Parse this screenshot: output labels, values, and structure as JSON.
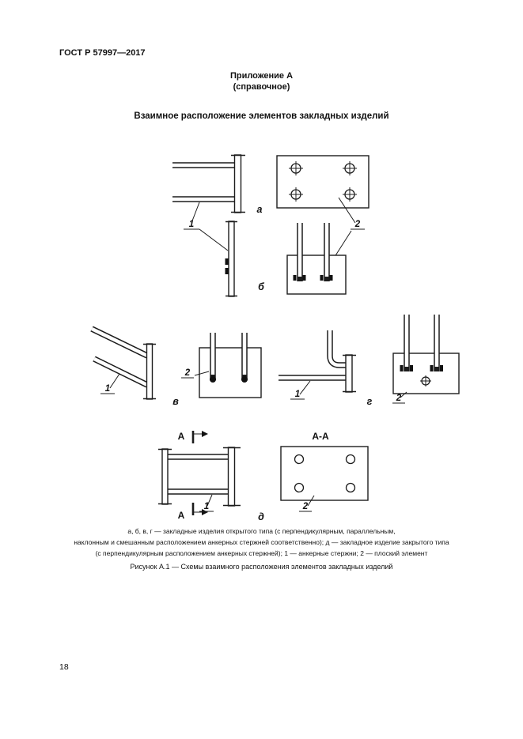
{
  "page": {
    "doc_number": "ГОСТ Р 57997—2017",
    "appendix_title": "Приложение А",
    "appendix_subtitle": "(справочное)",
    "section_title": "Взаимное расположение элементов закладных изделий",
    "page_number": "18"
  },
  "figure": {
    "labels": {
      "a": "а",
      "b": "б",
      "v": "в",
      "g": "г",
      "d": "д",
      "pos1": "1",
      "pos2": "2",
      "section_letter": "А",
      "section_view": "А-А"
    },
    "caption_lines": [
      "а, б, в, г — закладные изделия открытого типа (с перпендикулярным, параллельным,",
      "наклонным и смешанным расположением анкерных стержней соответственно); д — закладное изделие закрытого типа",
      "(с перпендикулярным расположением анкерных стержней); 1 — анкерные стержни; 2 — плоский элемент"
    ],
    "figure_caption": "Рисунок А.1 — Схемы взаимного расположения элементов закладных изделий"
  }
}
